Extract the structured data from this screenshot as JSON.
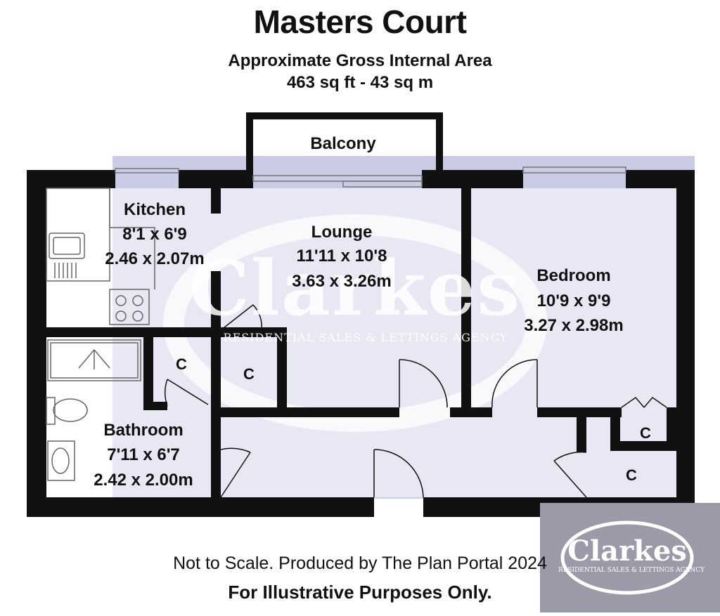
{
  "header": {
    "title": "Masters Court",
    "subtitle": "Approximate Gross Internal Area",
    "area": "463 sq ft - 43 sq m"
  },
  "rooms": {
    "balcony": {
      "name": "Balcony"
    },
    "kitchen": {
      "name": "Kitchen",
      "imperial": "8'1 x 6'9",
      "metric": "2.46 x 2.07m"
    },
    "lounge": {
      "name": "Lounge",
      "imperial": "11'11 x 10'8",
      "metric": "3.63 x 3.26m"
    },
    "bedroom": {
      "name": "Bedroom",
      "imperial": "10'9 x 9'9",
      "metric": "3.27 x 2.98m"
    },
    "bathroom": {
      "name": "Bathroom",
      "imperial": "7'11 x 6'7",
      "metric": "2.42 x 2.00m"
    },
    "closet_label": "C"
  },
  "watermark": {
    "brand": "Clarkes",
    "tagline": "RESIDENTIAL SALES & LETTINGS AGENCY",
    "colors": {
      "band": "#c9cce4",
      "oval": "#d9dbeb"
    }
  },
  "footer": {
    "line1": "Not to Scale. Produced by The Plan Portal 2024",
    "line2": "For Illustrative Purposes Only."
  },
  "logo": {
    "brand": "Clarkes",
    "tagline": "RESIDENTIAL SALES & LETTINGS AGENCY",
    "color": "#9a9aa8"
  }
}
